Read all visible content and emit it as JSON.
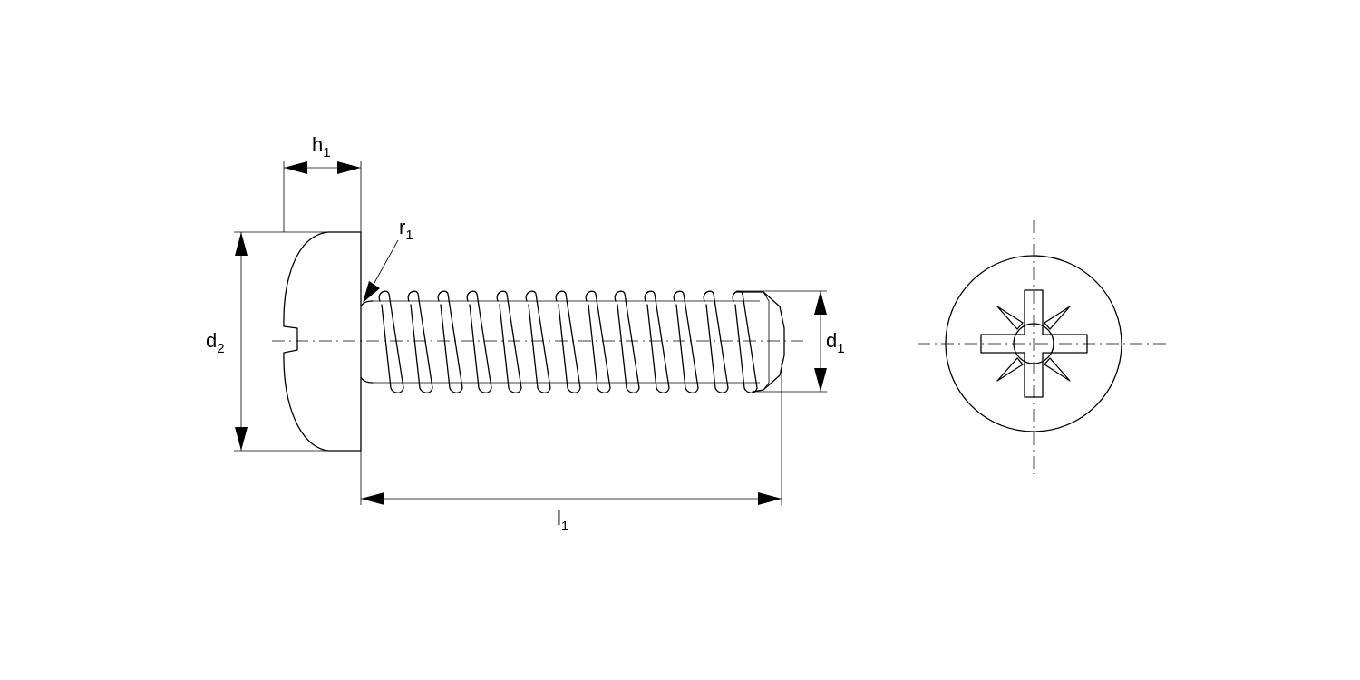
{
  "labels": {
    "h1": {
      "main": "h",
      "sub": "1"
    },
    "r1": {
      "main": "r",
      "sub": "1"
    },
    "d2": {
      "main": "d",
      "sub": "2"
    },
    "d1": {
      "main": "d",
      "sub": "1"
    },
    "l1": {
      "main": "l",
      "sub": "1"
    }
  },
  "colors": {
    "line": "#000000",
    "background": "#ffffff"
  }
}
